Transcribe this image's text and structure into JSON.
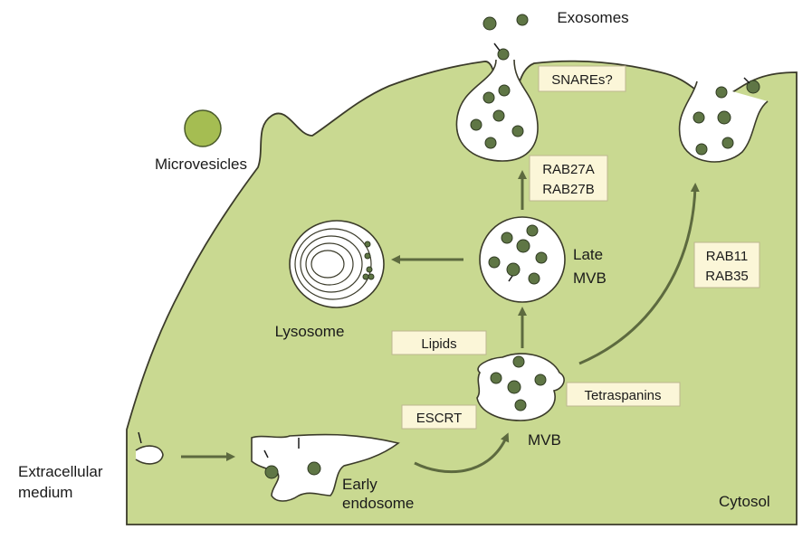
{
  "labels": {
    "exosomes": "Exosomes",
    "microvesicles": "Microvesicles",
    "lysosome": "Lysosome",
    "late_mvb_line1": "Late",
    "late_mvb_line2": "MVB",
    "mvb": "MVB",
    "early_endosome_line1": "Early",
    "early_endosome_line2": "endosome",
    "extracellular_line1": "Extracellular",
    "extracellular_line2": "medium",
    "cytosol": "Cytosol"
  },
  "boxes": {
    "snares": "SNAREs?",
    "rab27a": "RAB27A",
    "rab27b": "RAB27B",
    "rab11": "RAB11",
    "rab35": "RAB35",
    "lipids": "Lipids",
    "escrt": "ESCRT",
    "tetraspanins": "Tetraspanins"
  },
  "colors": {
    "cytoplasm": "#c9d991",
    "membrane": "#3b3b2a",
    "vesicle_fill": "#ffffff",
    "cargo": "#5f7645",
    "arrow": "#5d6a3f",
    "label_box": "#fbf6d8"
  }
}
